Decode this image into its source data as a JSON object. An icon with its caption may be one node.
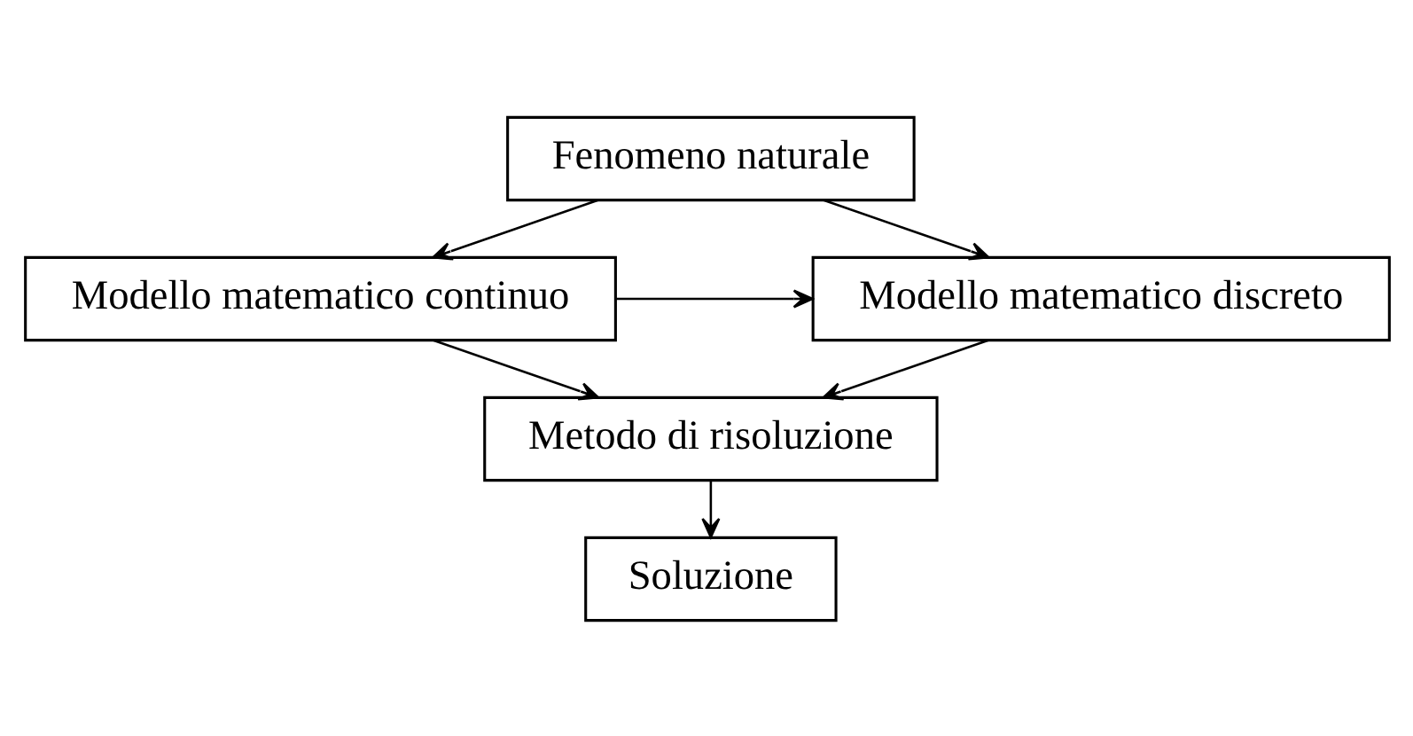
{
  "diagram": {
    "nodes": [
      {
        "text": [
          "Fenomeno naturale"
        ]
      },
      {
        "text": [
          "Modello matematico continuo"
        ]
      },
      {
        "text": [
          "Modello matematico discreto"
        ]
      },
      {
        "text": [
          "Metodo di risoluzione"
        ]
      },
      {
        "text": [
          "Soluzione"
        ]
      }
    ],
    "edges": [
      {
        "from": 0,
        "to": 1,
        "arrow": "to"
      },
      {
        "from": 0,
        "to": 2,
        "arrow": "to"
      },
      {
        "from": 1,
        "to": 2,
        "arrow": "to"
      },
      {
        "from": 1,
        "to": 3,
        "arrow": "to"
      },
      {
        "from": 2,
        "to": 3,
        "arrow": "to"
      },
      {
        "from": 3,
        "to": 4,
        "arrow": "to"
      }
    ]
  }
}
